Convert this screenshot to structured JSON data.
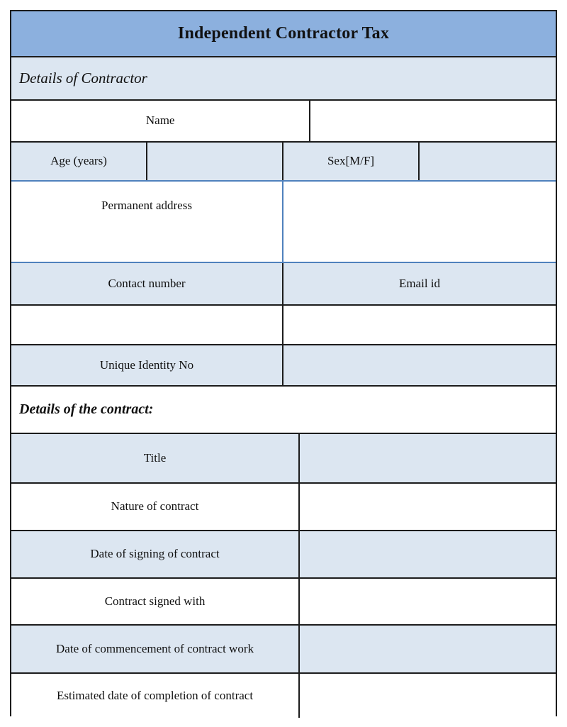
{
  "form": {
    "title": "Independent Contractor Tax",
    "sections": {
      "contractor": "Details of Contractor",
      "contract": "Details of the contract:"
    },
    "labels": {
      "name": "Name",
      "age": "Age (years)",
      "sex": "Sex[M/F]",
      "permanent_address": "Permanent address",
      "contact_number": "Contact number",
      "email": "Email id",
      "unique_identity": "Unique Identity No",
      "title_field": "Title",
      "nature": "Nature of contract",
      "date_signing": "Date of signing of contract",
      "signed_with": "Contract signed with",
      "date_commencement": "Date of commencement of contract work",
      "date_completion": "Estimated date of completion of contract"
    },
    "values": {
      "name": "",
      "age": "",
      "sex": "",
      "permanent_address": "",
      "contact_number": "",
      "contact_number_entry": "",
      "email": "",
      "email_entry": "",
      "unique_identity": "",
      "title_field": "",
      "nature": "",
      "date_signing": "",
      "signed_with": "",
      "date_commencement": "",
      "date_completion": ""
    },
    "colors": {
      "header_bg": "#8cb0de",
      "label_cell_bg": "#dce6f1",
      "grid_line": "#1c1c1c",
      "address_border": "#4f81bd"
    }
  }
}
